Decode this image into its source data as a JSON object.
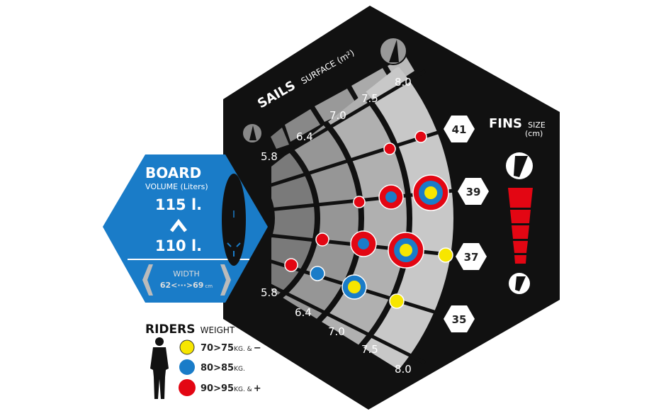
{
  "sails": {
    "title": "SAILS",
    "subtitle": "SURFACE (m²)",
    "sizes": [
      "5.8",
      "6.4",
      "7.0",
      "7.5",
      "8.0"
    ]
  },
  "fins": {
    "title": "FINS",
    "subtitle": "SIZE",
    "unit": "(cm)",
    "sizes": [
      "41",
      "39",
      "37",
      "35"
    ]
  },
  "board": {
    "title": "BOARD",
    "subtitle": "VOLUME (Liters)",
    "volume_max": "115 l.",
    "volume_min": "110 l.",
    "width_label": "WIDTH",
    "width_range": "62<···>69",
    "width_unit": "cm"
  },
  "riders": {
    "title": "RIDERS",
    "subtitle": "WEIGHT",
    "items": [
      {
        "range": "70>75",
        "unit": "KG. &",
        "sign": "−",
        "color": "#f7e600"
      },
      {
        "range": "80>85",
        "unit": "KG.",
        "sign": "",
        "color": "#1a7cc8"
      },
      {
        "range": "90>95",
        "unit": "KG. &",
        "sign": "+",
        "color": "#e30613"
      }
    ]
  },
  "colors": {
    "board_blue": "#1a7cc8",
    "background": "#111111",
    "fin_red": "#e30613"
  }
}
